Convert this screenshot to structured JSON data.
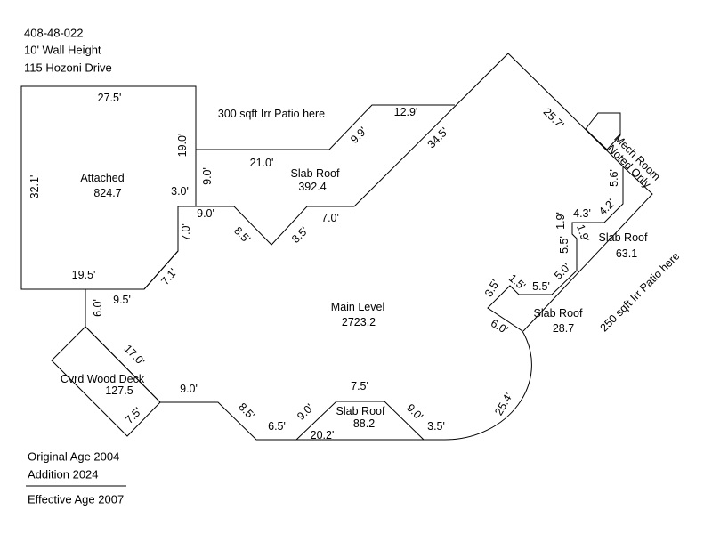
{
  "header": {
    "parcel_id": "408-48-022",
    "wall_height": "10' Wall Height",
    "address": "115 Hozoni Drive"
  },
  "areas": {
    "attached": {
      "name": "Attached",
      "area": "824.7",
      "dims": [
        "27.5'",
        "19.0'",
        "3.0'",
        "7.0'",
        "7.1'",
        "19.5'",
        "32.1'"
      ]
    },
    "slab_roof_north": {
      "name": "Slab Roof",
      "area": "392.4",
      "dims": [
        "21.0'",
        "9.9'",
        "12.9'",
        "9.0'"
      ]
    },
    "main_level": {
      "name": "Main Level",
      "area": "2723.2",
      "dims": [
        "9.0'",
        "8.5'",
        "8.5'",
        "7.0'",
        "34.5'",
        "25.7'",
        "5.6'",
        "4.2'",
        "4.3'",
        "1.9'",
        "1.9'",
        "5.5'",
        "5.0'",
        "5.5'",
        "1.5'",
        "3.5'",
        "6.0'",
        "25.4'",
        "3.5'",
        "6.5'",
        "8.5'",
        "9.0'",
        "9.5'",
        "6.0'"
      ]
    },
    "covered_deck": {
      "name": "Cvrd Wood Deck",
      "area": "127.5",
      "dims": [
        "17.0'",
        "7.5'"
      ]
    },
    "slab_roof_south": {
      "name": "Slab Roof",
      "area": "88.2",
      "dims": [
        "7.5'",
        "9.0'",
        "9.0'",
        "20.2'"
      ]
    },
    "slab_roof_east": {
      "name": "Slab Roof",
      "area": "63.1"
    },
    "slab_roof_southeast": {
      "name": "Slab Roof",
      "area": "28.7"
    },
    "mech_room": {
      "name": "Mech Room",
      "note": "Noted Only"
    }
  },
  "notes": {
    "north_patio": "300 sqft Irr Patio here",
    "east_patio": "250 sqft Irr Patio here"
  },
  "footer": {
    "original_age": "Original Age 2004",
    "addition": "Addition 2024",
    "effective_age": "Effective Age 2007"
  }
}
